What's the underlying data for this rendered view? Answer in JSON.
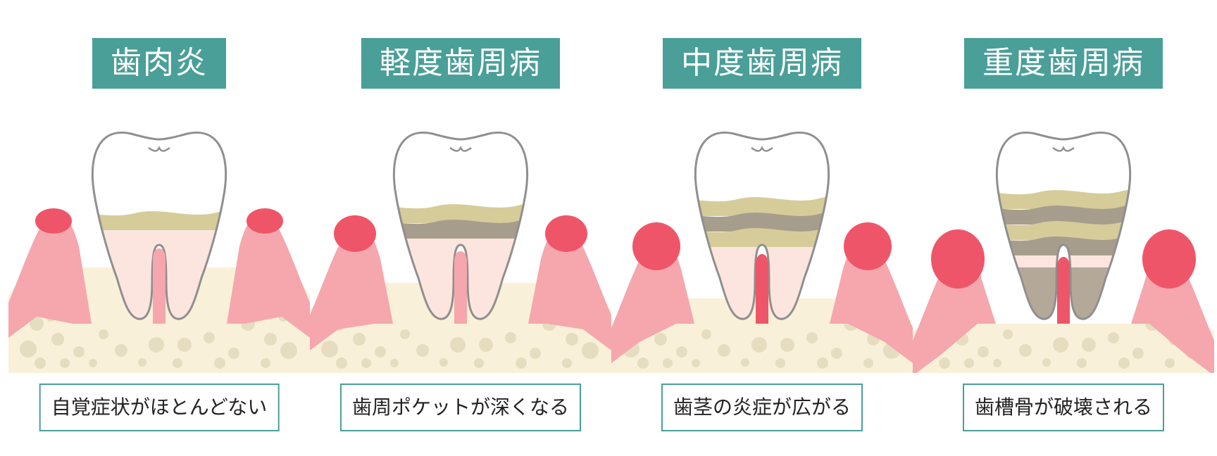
{
  "colors": {
    "badge": "#4a9f98",
    "gum": "#f5a7ad",
    "gum_inflamed": "#ef5569",
    "bone": "#f8f0d8",
    "bone_spot": "#e6ddc1",
    "tooth_outline": "#8f8f8f",
    "root_fill": "#fde5df",
    "tartar_light": "#d6cc9a",
    "tartar_dark": "#a79d8d"
  },
  "stages": [
    {
      "title": "歯肉炎",
      "caption": "自覚症状がほとんどない",
      "severity": 0
    },
    {
      "title": "軽度歯周病",
      "caption": "歯周ポケットが深くなる",
      "severity": 1
    },
    {
      "title": "中度歯周病",
      "caption": "歯茎の炎症が広がる",
      "severity": 2
    },
    {
      "title": "重度歯周病",
      "caption": "歯槽骨が破壊される",
      "severity": 3
    }
  ]
}
